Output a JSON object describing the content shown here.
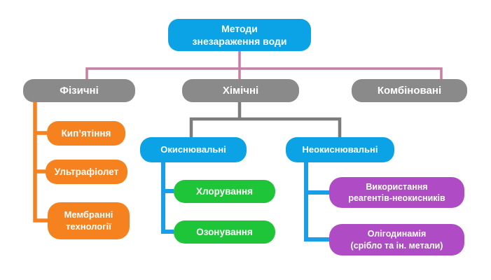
{
  "diagram": {
    "root": {
      "label": "Методи\nзнезараження води"
    },
    "level1": {
      "physical": {
        "label": "Фізичні"
      },
      "chemical": {
        "label": "Хімічні"
      },
      "combined": {
        "label": "Комбіновані"
      }
    },
    "physical_children": [
      {
        "label": "Кип’ятіння"
      },
      {
        "label": "Ультрафіолет"
      },
      {
        "label": "Мембранні\nтехнології"
      }
    ],
    "chemical_children": [
      {
        "label": "Окиснювальні"
      },
      {
        "label": "Неокиснювальні"
      }
    ],
    "oxidizing_children": [
      {
        "label": "Хлорування"
      },
      {
        "label": "Озонування"
      }
    ],
    "nonoxidizing_children": [
      {
        "label": "Використання\nреагентів-неокисників"
      },
      {
        "label": "Олігодинамія\n(срібло та ін. метали)"
      }
    ]
  },
  "palette": {
    "node_blue": "#0ba3e6",
    "node_gray": "#8a8a8a",
    "node_orange": "#f5821f",
    "node_green": "#1ec539",
    "node_purple": "#af4bc5",
    "line_pink": "#c77fa6",
    "line_gray": "#7d7d7d",
    "line_orange": "#f5821f",
    "line_blue": "#1b9ee8",
    "text": "#ffffff"
  }
}
